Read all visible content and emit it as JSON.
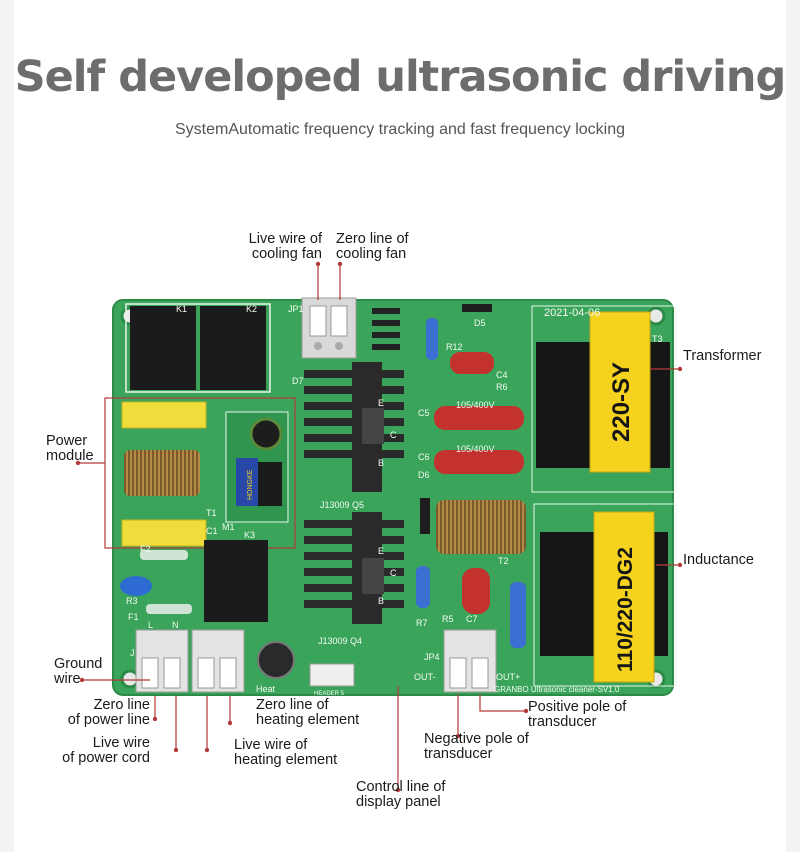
{
  "header": {
    "title": "Self developed ultrasonic driving",
    "subtitle": "SystemAutomatic frequency tracking and fast frequency locking"
  },
  "board": {
    "date_mark": "2021-04-06",
    "transformer_marking": "220-SY",
    "inductor_marking": "110/220-DG2",
    "capacitor_rating_1": "105/400V",
    "capacitor_rating_2": "105/400V",
    "transistor_label_1": "J13009  Q5",
    "transistor_label_2": "J13009  Q4",
    "module_marking": "HONGKE",
    "header_label": "HEADER 5",
    "heat_label": "Heat",
    "out_minus": "OUT-",
    "out_plus": "OUT+",
    "jp4": "JP4",
    "brand_line": "GRANBO Ultrasonic cleaner-SV1.0",
    "designators": [
      "K1",
      "K2",
      "JP1",
      "D7",
      "D5",
      "R12",
      "C4",
      "R6",
      "C5",
      "C6",
      "D6",
      "T1",
      "M1",
      "K3",
      "T3",
      "T2",
      "R7",
      "R5",
      "C7",
      "F2",
      "R3",
      "F1",
      "L",
      "N",
      "J",
      "C1",
      "E",
      "C",
      "B"
    ]
  },
  "callouts": {
    "fan_live": [
      "Live wire of",
      "cooling fan"
    ],
    "fan_zero": [
      "Zero line of",
      "cooling fan"
    ],
    "power_module": [
      "Power",
      "module"
    ],
    "transformer": [
      "Transformer"
    ],
    "inductance": [
      "Inductance"
    ],
    "ground_wire": [
      "Ground",
      "wire"
    ],
    "power_zero": [
      "Zero line",
      "of power line"
    ],
    "power_live": [
      "Live wire",
      "of power cord"
    ],
    "heat_zero": [
      "Zero line of",
      "heating element"
    ],
    "heat_live": [
      "Live wire of",
      "heating element"
    ],
    "control_line": [
      "Control line of",
      "display panel"
    ],
    "transducer_positive": [
      "Positive pole of",
      "transducer"
    ],
    "transducer_negative": [
      "Negative pole of",
      "transducer"
    ]
  },
  "colors": {
    "pcb": "#3aa55a",
    "title": "#6d6d6d",
    "callout_line": "#b23a3a",
    "transformer_core": "#f5d21e",
    "capacitor": "#c3322f",
    "relay": "#1b1b1b"
  }
}
